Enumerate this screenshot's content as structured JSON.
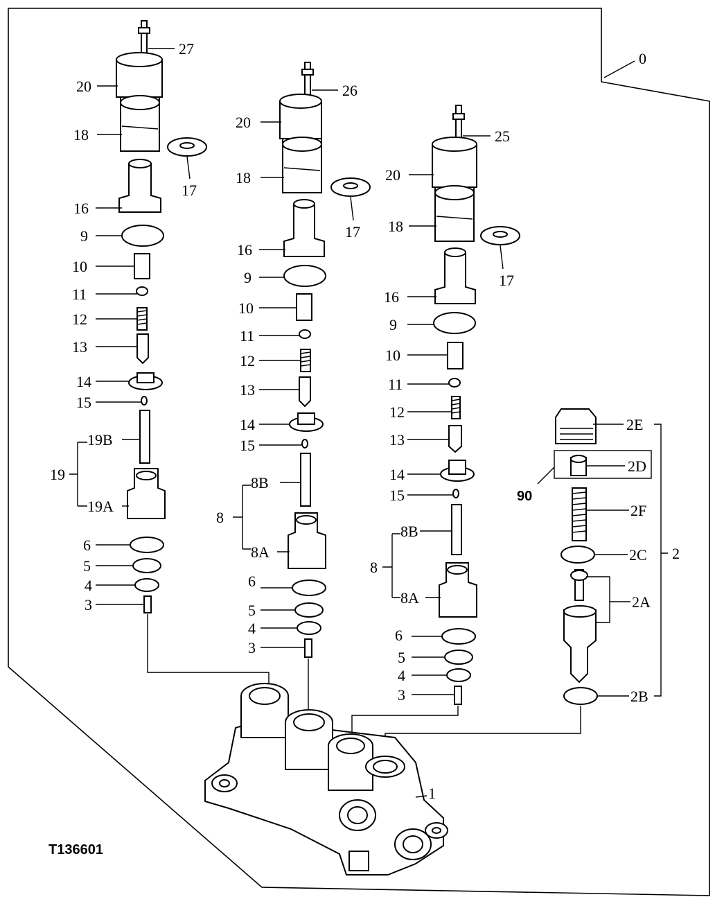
{
  "diagram": {
    "figure_id": "T136601",
    "labels": {
      "l0": "0",
      "c1": {
        "p27": "27",
        "p20": "20",
        "p18": "18",
        "p17": "17",
        "p16": "16",
        "p9": "9",
        "p10": "10",
        "p11": "11",
        "p12": "12",
        "p13": "13",
        "p14": "14",
        "p15": "15",
        "p19": "19",
        "p19b": "19B",
        "p19a": "19A",
        "p6": "6",
        "p5": "5",
        "p4": "4",
        "p3": "3"
      },
      "c2": {
        "p26": "26",
        "p20": "20",
        "p18": "18",
        "p17": "17",
        "p16": "16",
        "p9": "9",
        "p10": "10",
        "p11": "11",
        "p12": "12",
        "p13": "13",
        "p14": "14",
        "p15": "15",
        "p8": "8",
        "p8b": "8B",
        "p8a": "8A",
        "p6": "6",
        "p5": "5",
        "p4": "4",
        "p3": "3"
      },
      "c3": {
        "p25": "25",
        "p20": "20",
        "p18": "18",
        "p17": "17",
        "p16": "16",
        "p9": "9",
        "p10": "10",
        "p11": "11",
        "p12": "12",
        "p13": "13",
        "p14": "14",
        "p15": "15",
        "p8": "8",
        "p8b": "8B",
        "p8a": "8A",
        "p6": "6",
        "p5": "5",
        "p4": "4",
        "p3": "3"
      },
      "c4": {
        "p2": "2",
        "p2e": "2E",
        "p2d": "2D",
        "p2f": "2F",
        "p2c": "2C",
        "p2a": "2A",
        "p2b": "2B",
        "p90": "90"
      },
      "body": "1"
    }
  }
}
